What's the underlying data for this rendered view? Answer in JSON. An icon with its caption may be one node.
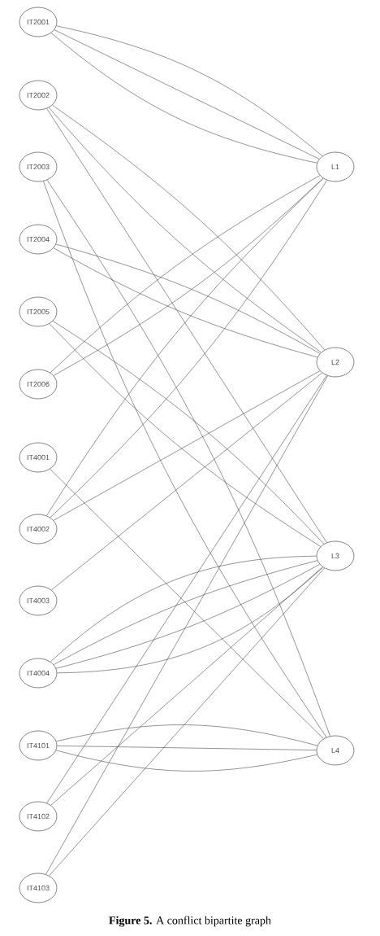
{
  "diagram": {
    "caption": "**Figure 5.** A conflict bipartite graph",
    "nodes": [
      {
        "text": [
          "IT2001"
        ]
      },
      {
        "text": [
          "IT2002"
        ]
      },
      {
        "text": [
          "IT2003"
        ]
      },
      {
        "text": [
          "IT2004"
        ]
      },
      {
        "text": [
          "IT2005"
        ]
      },
      {
        "text": [
          "IT2006"
        ]
      },
      {
        "text": [
          "IT4001"
        ]
      },
      {
        "text": [
          "IT4002"
        ]
      },
      {
        "text": [
          "IT4003"
        ]
      },
      {
        "text": [
          "IT4004"
        ]
      },
      {
        "text": [
          "IT4101"
        ]
      },
      {
        "text": [
          "IT4102"
        ]
      },
      {
        "text": [
          "IT4103"
        ]
      },
      {
        "text": [
          "L1"
        ]
      },
      {
        "text": [
          "L2"
        ]
      },
      {
        "text": [
          "L3"
        ]
      },
      {
        "text": [
          "L4"
        ]
      }
    ],
    "edges": [
      {
        "from": 0,
        "to": 13,
        "arrow": "none"
      },
      {
        "from": 0,
        "to": 13,
        "arrow": "none"
      },
      {
        "from": 0,
        "to": 13,
        "arrow": "none"
      },
      {
        "from": 1,
        "to": 14,
        "arrow": "none"
      },
      {
        "from": 1,
        "to": 14,
        "arrow": "none"
      },
      {
        "from": 1,
        "to": 15,
        "arrow": "none"
      },
      {
        "from": 2,
        "to": 16,
        "arrow": "none"
      },
      {
        "from": 2,
        "to": 16,
        "arrow": "none"
      },
      {
        "from": 3,
        "to": 14,
        "arrow": "none"
      },
      {
        "from": 3,
        "to": 14,
        "arrow": "none"
      },
      {
        "from": 4,
        "to": 15,
        "arrow": "none"
      },
      {
        "from": 4,
        "to": 15,
        "arrow": "none"
      },
      {
        "from": 5,
        "to": 13,
        "arrow": "none"
      },
      {
        "from": 5,
        "to": 13,
        "arrow": "none"
      },
      {
        "from": 6,
        "to": 16,
        "arrow": "none"
      },
      {
        "from": 7,
        "to": 13,
        "arrow": "none"
      },
      {
        "from": 7,
        "to": 13,
        "arrow": "none"
      },
      {
        "from": 7,
        "to": 14,
        "arrow": "none"
      },
      {
        "from": 8,
        "to": 14,
        "arrow": "none"
      },
      {
        "from": 9,
        "to": 15,
        "arrow": "none"
      },
      {
        "from": 9,
        "to": 15,
        "arrow": "none"
      },
      {
        "from": 9,
        "to": 15,
        "arrow": "none"
      },
      {
        "from": 9,
        "to": 15,
        "arrow": "none"
      },
      {
        "from": 10,
        "to": 16,
        "arrow": "none"
      },
      {
        "from": 10,
        "to": 16,
        "arrow": "none"
      },
      {
        "from": 10,
        "to": 16,
        "arrow": "none"
      },
      {
        "from": 11,
        "to": 14,
        "arrow": "none"
      },
      {
        "from": 11,
        "to": 15,
        "arrow": "none"
      },
      {
        "from": 12,
        "to": 14,
        "arrow": "none"
      },
      {
        "from": 12,
        "to": 15,
        "arrow": "none"
      }
    ]
  }
}
